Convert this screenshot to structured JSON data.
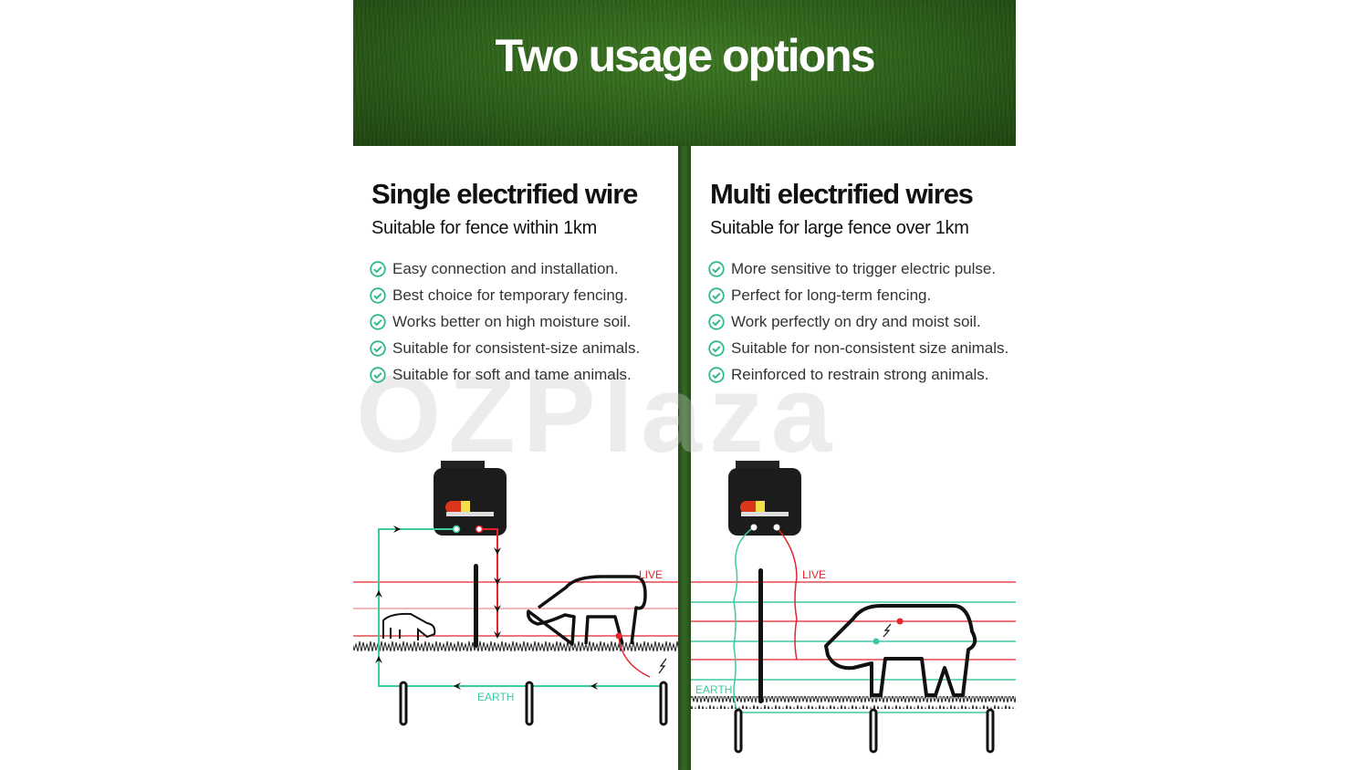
{
  "header": {
    "title": "Two usage options"
  },
  "watermark": "OZPlaza",
  "colors": {
    "live": "#e5232d",
    "earth": "#3ec9a3",
    "check": "#2fb88f",
    "grass": "#2d5f1b"
  },
  "left": {
    "title": "Single electrified wire",
    "subtitle": "Suitable for fence within 1km",
    "features": [
      "Easy connection and installation.",
      "Best choice for temporary fencing.",
      "Works better on high moisture soil.",
      "Suitable for consistent-size animals.",
      "Suitable for soft and tame animals."
    ],
    "diagram": {
      "live_label": "LIVE",
      "earth_label": "EARTH"
    }
  },
  "right": {
    "title": "Multi electrified wires",
    "subtitle": "Suitable for large fence over 1km",
    "features": [
      "More sensitive to trigger electric pulse.",
      "Perfect for long-term fencing.",
      "Work perfectly on dry and moist soil.",
      "Suitable for non-consistent size animals.",
      "Reinforced to restrain strong animals."
    ],
    "diagram": {
      "live_label": "LIVE",
      "earth_label": "EARTH"
    }
  }
}
